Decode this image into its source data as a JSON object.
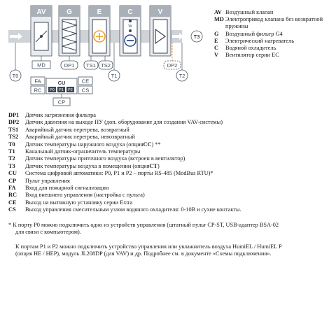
{
  "diagram": {
    "units": [
      {
        "code": "AV"
      },
      {
        "code": "G"
      },
      {
        "code": "E"
      },
      {
        "code": "C"
      },
      {
        "code": "V"
      }
    ],
    "sensors": {
      "t0": "T0",
      "t1": "T1",
      "t2": "T2",
      "t3": "T3",
      "md": "MD",
      "dp1": "DP1",
      "ts1": "TS1",
      "ts2": "TS2",
      "dp2": "DP2",
      "fa": "FA",
      "rc": "RC",
      "ce": "CE",
      "cs": "CS",
      "cu": "CU",
      "p0": "P0",
      "p1": "P1",
      "p2": "P2",
      "cp": "CP",
      "coil_w": "W"
    },
    "colors": {
      "duct": "#cfd2d6",
      "unit_fill": "#e9ebee",
      "unit_stroke": "#4a5560",
      "header_fill": "#a9b0b8",
      "heater_accent": "#f2a12a",
      "cooler_minus": "#2f4f8f",
      "port_fill": "#3a4656",
      "dashed_link": "#e8893a"
    }
  },
  "legend_top": [
    {
      "key": "AV",
      "text": "Воздушный клапан"
    },
    {
      "key": "MD",
      "text": "Электропривод клапана без возвратной пружины"
    },
    {
      "key": "G",
      "text": "Воздушный фильтр G4"
    },
    {
      "key": "E",
      "text": "Электрический нагреватель"
    },
    {
      "key": "C",
      "text": "Водяной охладитель"
    },
    {
      "key": "V",
      "text": "Вентилятор серии EC"
    }
  ],
  "legend_main": [
    {
      "key": "DP1",
      "text": "Датчик загрязнения фильтра"
    },
    {
      "key": "DP2",
      "text": "Датчик давления на выходе ПУ (доп. оборудование для создания VAV-системы)"
    },
    {
      "key": "TS1",
      "text": "Аварийный датчик перегрева, возвратный"
    },
    {
      "key": "TS2",
      "text": "Аварийный датчик перегрева, невозвратный"
    },
    {
      "key": "T0",
      "text": "Датчик температуры наружного воздуха (опция ",
      "bold": "CC",
      "tail": ") **"
    },
    {
      "key": "T1",
      "text": "Канальный датчик-ограничитель температуры"
    },
    {
      "key": "T2",
      "text": "Датчик температуры приточного воздуха (встроен в вентилятор)"
    },
    {
      "key": "T3",
      "text": "Датчик температуры воздуха в помещении (опция ",
      "bold": "CT",
      "tail": ")"
    },
    {
      "key": "CU",
      "text": "Система цифровой автоматики: P0, P1 и P2 – порты RS-485 (ModBus RTU)*"
    },
    {
      "key": "CP",
      "text": "Пульт управления"
    },
    {
      "key": "FA",
      "text": "Вход для пожарной сигнализации"
    },
    {
      "key": "RC",
      "text": "Вход внешнего управления (настройка с пульта)"
    },
    {
      "key": "CE",
      "text": "Выход на вытяжную установку серии Extra"
    },
    {
      "key": "CS",
      "text": "Выход управления смесительным узлом водяного охладителя: 0-10В и сухие контакты."
    }
  ],
  "notes": {
    "note1_line1": "* К порту P0 можно подключить одно из устройств управления (штатный пульт CP-ST, USB-адаптер BSA-02",
    "note1_line2": "для связи с компьютером).",
    "note2_line1": "К портам P1 и P2 можно подключить устройство управления или увлажнитель воздуха HumiEL /  HumiEL P",
    "note2_line2": "(опция HE / HEP), модуль JL208DP (для VAV) и др. Подробнее см. в документе «Схемы подключения»."
  }
}
